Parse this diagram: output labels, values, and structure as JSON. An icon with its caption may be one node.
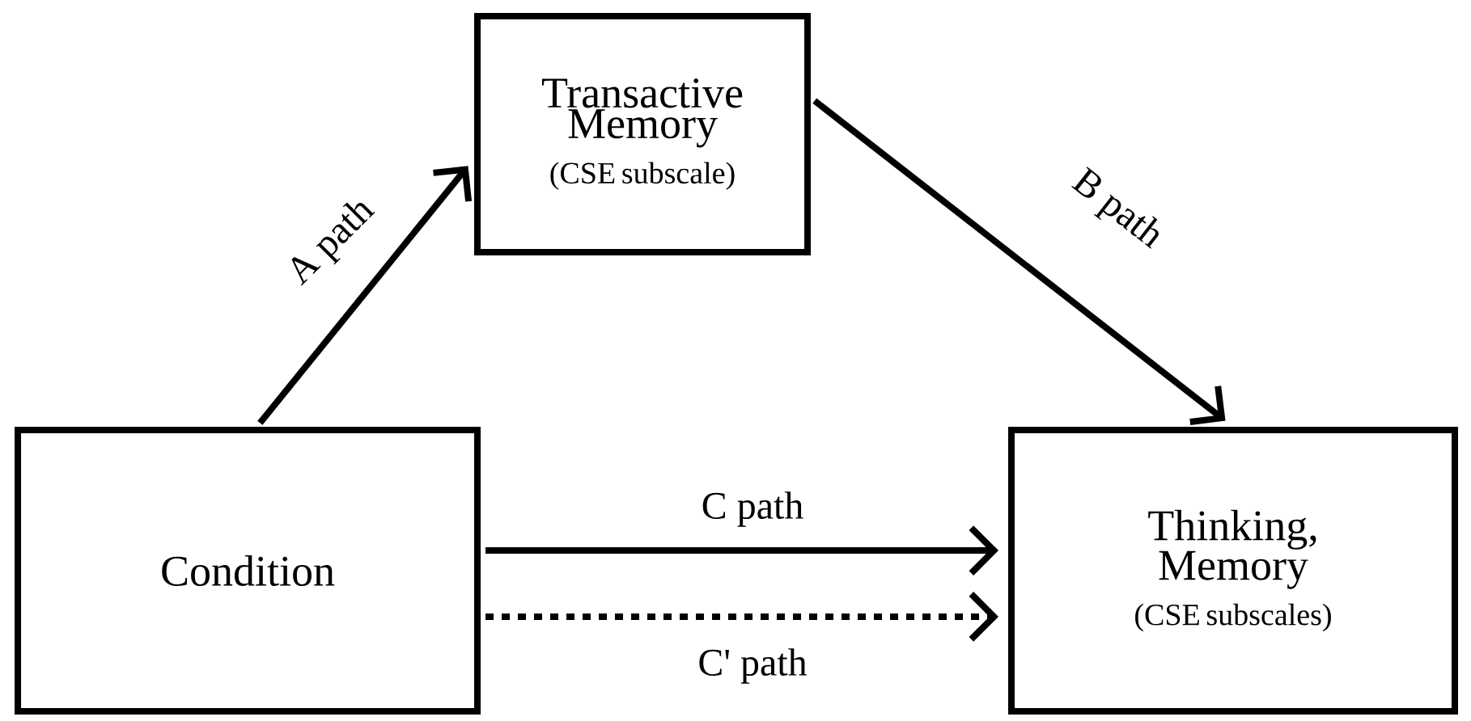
{
  "diagram": {
    "nodes": [
      {
        "text": [
          "Transactive Memory",
          "(CSE subscale)"
        ]
      },
      {
        "text": [
          "Condition"
        ]
      },
      {
        "text": [
          "Thinking, Memory",
          "(CSE subscales)"
        ]
      }
    ],
    "edges": [
      {
        "from": 1,
        "to": 0,
        "arrow": "to",
        "label": "A path"
      },
      {
        "from": 0,
        "to": 2,
        "arrow": "to",
        "label": "B path"
      },
      {
        "from": 1,
        "to": 2,
        "arrow": "to",
        "label": "C path"
      },
      {
        "from": 1,
        "to": 2,
        "arrow": "to",
        "label": "C' path",
        "style": "dashed"
      }
    ]
  }
}
